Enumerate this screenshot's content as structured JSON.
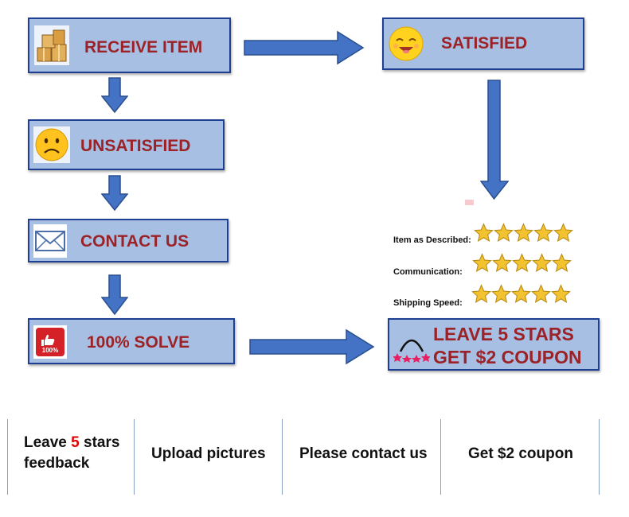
{
  "flow": {
    "receive_item": "RECEIVE ITEM",
    "satisfied": "SATISFIED",
    "unsatisfied": "UNSATISFIED",
    "contact_us": "CONTACT US",
    "solve": "100% SOLVE",
    "solve_badge": "100%"
  },
  "ratings": [
    {
      "label": "Item as Described:",
      "stars": 5
    },
    {
      "label": "Communication:",
      "stars": 5
    },
    {
      "label": "Shipping Speed:",
      "stars": 5
    }
  ],
  "coupon": {
    "line1": "LEAVE 5 STARS",
    "line2": "GET $2 COUPON"
  },
  "bottom": {
    "cell1_prefix": "Leave ",
    "cell1_number": "5",
    "cell1_suffix": " stars",
    "cell1_line2": "feedback",
    "cell2": "Upload pictures",
    "cell3": "Please contact us",
    "cell4": "Get $2 coupon"
  },
  "colors": {
    "box_fill": "#a7bfe3",
    "box_border": "#1f3f93",
    "label_text": "#9b2226",
    "arrow": "#4472c4",
    "star": "#f2c230"
  }
}
